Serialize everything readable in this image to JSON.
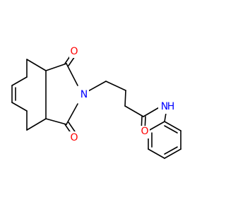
{
  "molecule": {
    "atoms": {
      "o1": {
        "symbol": "O",
        "color": "#ff0000"
      },
      "o2": {
        "symbol": "O",
        "color": "#ff0000"
      },
      "o3": {
        "symbol": "O",
        "color": "#ff0000"
      },
      "n1": {
        "symbol": "N",
        "color": "#0000ff"
      },
      "n2": {
        "symbol": "N",
        "color": "#0000ff"
      },
      "h2": {
        "symbol": "H",
        "color": "#0000ff"
      }
    }
  }
}
